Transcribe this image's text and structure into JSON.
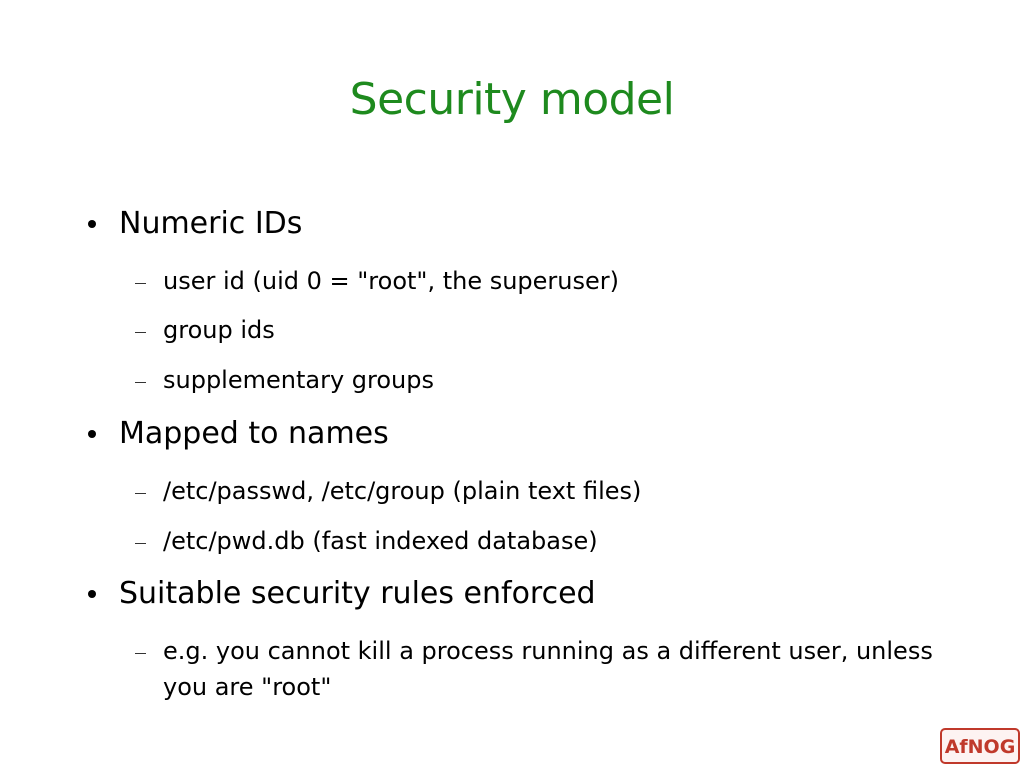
{
  "slide": {
    "title": "Security model",
    "bullets": [
      {
        "text": "Numeric IDs",
        "subs": [
          "user id (uid 0 = \"root\", the superuser)",
          "group ids",
          "supplementary groups"
        ]
      },
      {
        "text": "Mapped to names",
        "subs": [
          "/etc/passwd, /etc/group (plain text files)",
          "/etc/pwd.db (fast indexed database)"
        ]
      },
      {
        "text": "Suitable security rules enforced",
        "subs": [
          "e.g. you cannot kill a process running as a different user, unless you are \"root\""
        ]
      }
    ]
  },
  "logo": {
    "text": "AfNOG",
    "color": "#c0392b"
  },
  "colors": {
    "title": "#1e8a1e",
    "text": "#000000",
    "background": "#ffffff"
  }
}
